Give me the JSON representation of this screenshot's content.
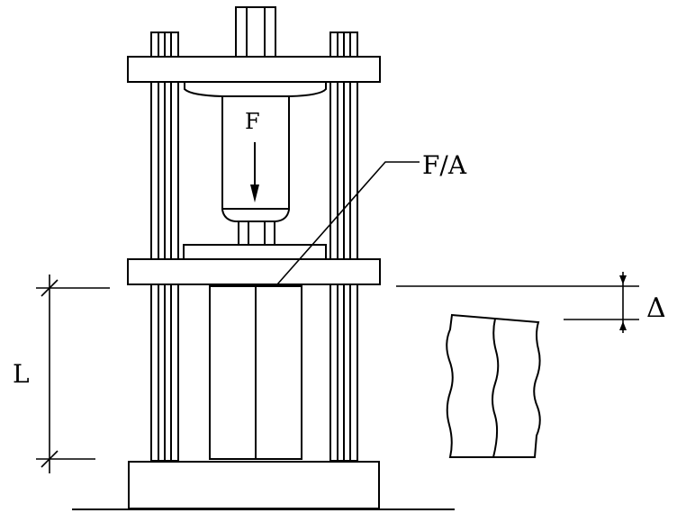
{
  "labels": {
    "force": "F",
    "stress": "F/A",
    "length": "L",
    "delta": "Δ"
  },
  "colors": {
    "stroke": "#000000",
    "background": "#ffffff"
  }
}
